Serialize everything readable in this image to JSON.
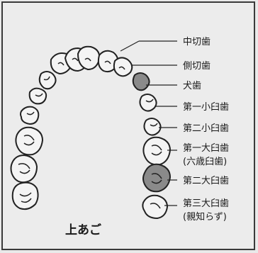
{
  "caption": "上あご",
  "labels": {
    "central_incisor": "中切歯",
    "lateral_incisor": "側切歯",
    "canine": "犬歯",
    "first_premolar": "第一小臼歯",
    "second_premolar": "第二小臼歯",
    "first_molar": "第一大臼歯",
    "first_molar_note": "(六歳臼歯)",
    "second_molar": "第二大臼歯",
    "third_molar": "第三大臼歯",
    "third_molar_note": "(親知らず)"
  }
}
